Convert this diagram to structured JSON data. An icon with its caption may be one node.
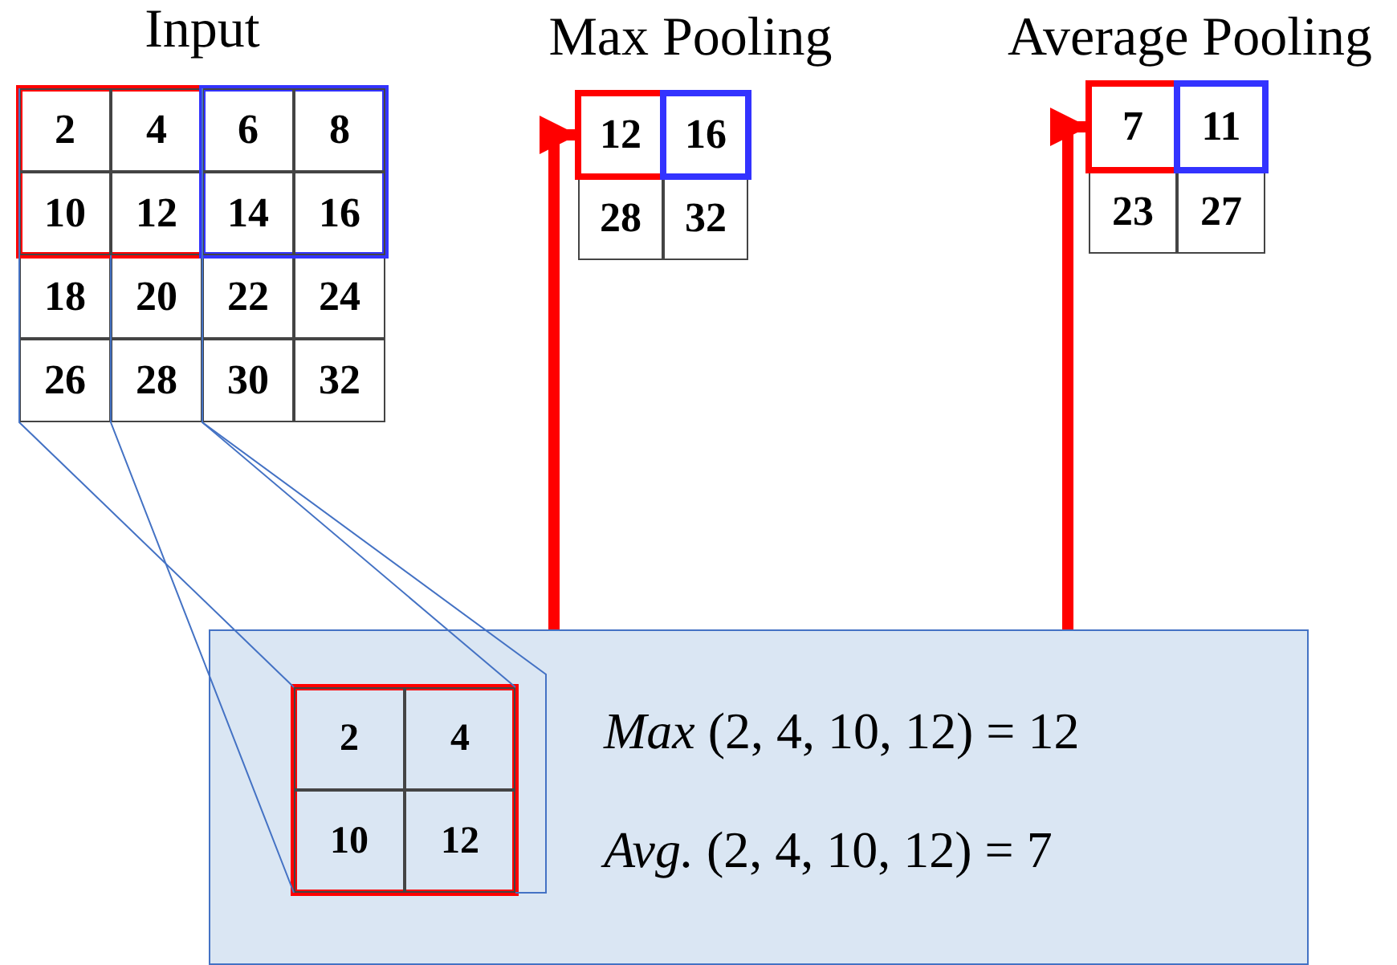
{
  "diagram": {
    "nodes": [
      {
        "text": [
          "Input"
        ]
      },
      {
        "text": [],
        "shape": "box",
        "in": 0
      },
      {
        "text": [
          "2"
        ],
        "in": 1
      },
      {
        "text": [
          "4"
        ],
        "in": 1
      },
      {
        "text": [
          "10"
        ],
        "in": 1
      },
      {
        "text": [
          "12"
        ],
        "in": 1
      },
      {
        "text": [],
        "shape": "box",
        "in": 0
      },
      {
        "text": [
          "6"
        ],
        "in": 6
      },
      {
        "text": [
          "8"
        ],
        "in": 6
      },
      {
        "text": [
          "14"
        ],
        "in": 6
      },
      {
        "text": [
          "16"
        ],
        "in": 6
      },
      {
        "text": [
          "18"
        ],
        "in": 0
      },
      {
        "text": [
          "20"
        ],
        "in": 0
      },
      {
        "text": [
          "22"
        ],
        "in": 0
      },
      {
        "text": [
          "24"
        ],
        "in": 0
      },
      {
        "text": [
          "26"
        ],
        "in": 0
      },
      {
        "text": [
          "28"
        ],
        "in": 0
      },
      {
        "text": [
          "30"
        ],
        "in": 0
      },
      {
        "text": [
          "32"
        ],
        "in": 0
      },
      {
        "text": [
          "Max Pooling"
        ]
      },
      {
        "text": [
          "12"
        ],
        "in": 19
      },
      {
        "text": [
          "16"
        ],
        "in": 19
      },
      {
        "text": [
          "28"
        ],
        "in": 19
      },
      {
        "text": [
          "32"
        ],
        "in": 19
      },
      {
        "text": [
          "Average Pooling"
        ]
      },
      {
        "text": [
          "7"
        ],
        "in": 24
      },
      {
        "text": [
          "11"
        ],
        "in": 24
      },
      {
        "text": [
          "23"
        ],
        "in": 24
      },
      {
        "text": [
          "27"
        ],
        "in": 24
      },
      {
        "text": [
          "*Max* (2, 4, 10, 12) = 12",
          "*Avg.* (2, 4, 10, 12) = 7"
        ]
      },
      {
        "text": [],
        "shape": "box",
        "in": 29
      },
      {
        "text": [
          "2"
        ],
        "in": 30
      },
      {
        "text": [
          "4"
        ],
        "in": 30
      },
      {
        "text": [
          "10"
        ],
        "in": 30
      },
      {
        "text": [
          "12"
        ],
        "in": 30
      }
    ],
    "edges": [
      {
        "from": 29,
        "to": 20,
        "arrow": "to",
        "style": "thick",
        "color": "#ff0000"
      },
      {
        "from": 29,
        "to": 25,
        "arrow": "to",
        "style": "thick",
        "color": "#ff0000"
      },
      {
        "from": 1,
        "to": 30,
        "arrow": "none"
      },
      {
        "from": 1,
        "to": 30,
        "arrow": "none"
      },
      {
        "from": 1,
        "to": 30,
        "arrow": "none"
      },
      {
        "from": 1,
        "to": 30,
        "arrow": "none"
      }
    ]
  }
}
